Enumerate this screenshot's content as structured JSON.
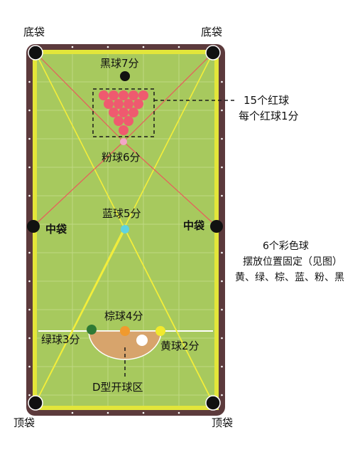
{
  "labels": {
    "bottom_pocket_left": "底袋",
    "bottom_pocket_right": "底袋",
    "black_ball": "黑球7分",
    "reds_count": "15个红球",
    "reds_points": "每个红球1分",
    "pink_ball": "粉球6分",
    "blue_ball": "蓝球5分",
    "middle_pocket_left": "中袋",
    "middle_pocket_right": "中袋",
    "colors_count": "6个彩色球",
    "colors_placement": "摆放位置固定（见图）",
    "colors_list": "黄、绿、棕、蓝、粉、黑",
    "brown_ball": "棕球4分",
    "green_ball": "绿球3分",
    "yellow_ball": "黄球2分",
    "d_zone": "D型开球区",
    "top_pocket_left": "顶袋",
    "top_pocket_right": "顶袋"
  },
  "colors": {
    "cushion": "#5c3a3c",
    "cloth": "#a7c95e",
    "rail": "#e3e63a",
    "d_zone": "#d7a46c",
    "red_ball": "#ef5a6f",
    "pink_ball": "#f3a6c6",
    "blue_ball": "#5fd3e0",
    "brown_ball": "#f09a2e",
    "green_ball": "#2f7a35",
    "yellow_ball": "#f2ea2d",
    "black_ball": "#111111",
    "cue_ball": "#ffffff",
    "yellow_lines": "#f4ee3a",
    "red_lines": "#e85c5c"
  }
}
